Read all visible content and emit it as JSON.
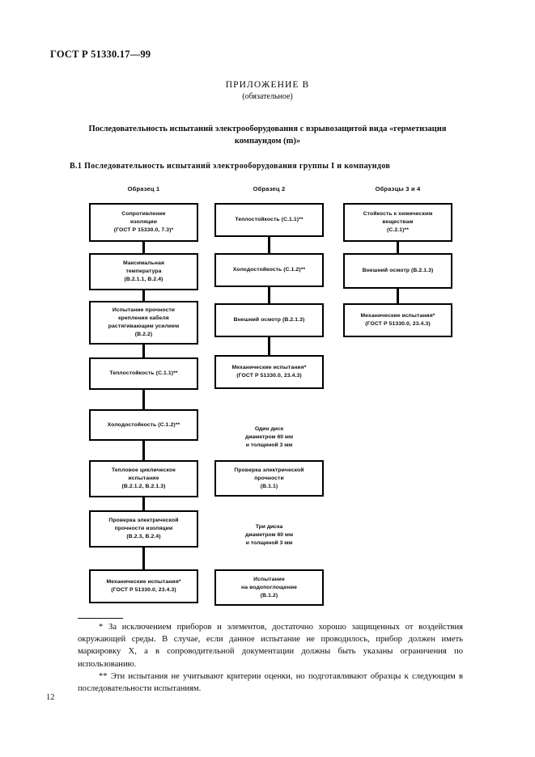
{
  "document": {
    "standard_header": "ГОСТ Р 51330.17—99",
    "appendix_title": "ПРИЛОЖЕНИЕ В",
    "appendix_subtitle": "(обязательное)",
    "main_title": "Последовательность испытаний электрооборудования с взрывозащитой вида «герметизация компаундом (m)»",
    "section_title": "В.1 Последовательность испытаний электрооборудования группы I и компаундов",
    "page_number": "12"
  },
  "chart_data": {
    "type": "diagram",
    "title": "Последовательность испытаний электрооборудования группы I и компаундов",
    "columns": [
      {
        "header": "Образец 1",
        "nodes": [
          "Сопротивление\nизоляции\n(ГОСТ Р 15330.0, 7.3)*",
          "Максимальная\nтемпература\n(В.2.1.1, В.2.4)",
          "Испытание прочности\nкрепления кабеля\nрастягивающим усилием\n(В.2.2)",
          "Теплостойкость (С.1.1)**",
          "Холодостойкость (С.1.2)**",
          "Тепловое циклическое\nиспытание\n(В.2.1.2, В.2.1.3)",
          "Проверка электрической\nпрочности изоляции\n(В.2.3, В.2.4)",
          "Механические испытания*\n(ГОСТ Р 51330.0, 23.4.3)"
        ]
      },
      {
        "header": "Образец 2",
        "nodes": [
          "Теплостойкость (С.1.1)**",
          "Холодостойкость (С.1.2)**",
          "Внешний осмотр (В.2.1.3)",
          "Механические испытания*\n(ГОСТ Р 51330.0, 23.4.3)",
          "Проверка электрической\nпрочности\n(В.1.1)",
          "Испытание\nна водопоглощение\n(В.1.2)"
        ],
        "annotations": [
          "Один диск\nдиаметром 60 мм\nи толщиной 3 мм",
          "Три диска\nдиаметром 60 мм\nи толщиной 3 мм"
        ]
      },
      {
        "header": "Образцы 3 и 4",
        "nodes": [
          "Стойкость к химическим\nвеществам\n(С.2.1)**",
          "Внешний осмотр (В.2.1.3)",
          "Механические испытания*\n(ГОСТ Р 51330.0, 23.4.3)"
        ]
      }
    ]
  },
  "footnotes": {
    "note_1": "* За исключением приборов и элементов, достаточно хорошо защищенных от воздействия окружающей среды. В случае, если данное испытание не проводилось, прибор должен иметь маркировку X, а в сопроводительной документации должны быть указаны ограничения по использованию.",
    "note_2": "** Эти испытания не учитывают критерии оценки, но подготавливают образцы к следующим в последовательности испытаниям."
  }
}
